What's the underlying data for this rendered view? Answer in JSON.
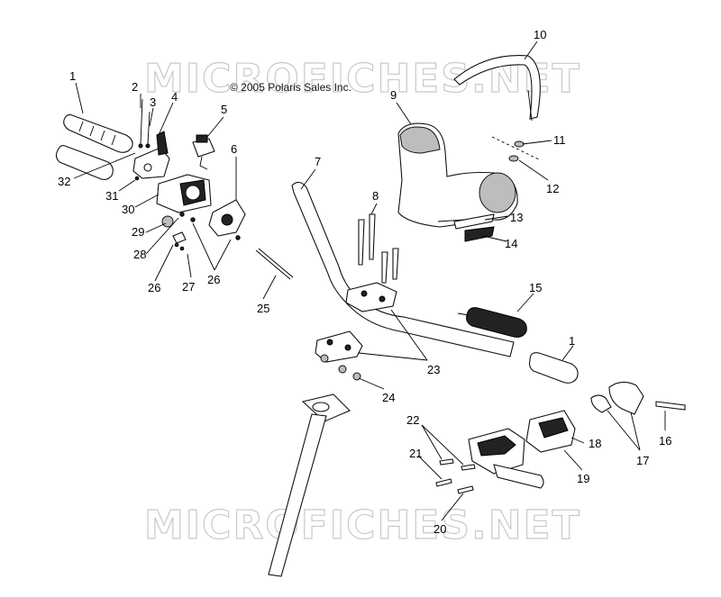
{
  "copyright": "© 2005 Polaris Sales Inc.",
  "watermark": "MICROFICHES.NET",
  "callouts": [
    {
      "id": "c1a",
      "label": "1"
    },
    {
      "id": "c1b",
      "label": "1"
    },
    {
      "id": "c2",
      "label": "2"
    },
    {
      "id": "c3",
      "label": "3"
    },
    {
      "id": "c4",
      "label": "4"
    },
    {
      "id": "c5",
      "label": "5"
    },
    {
      "id": "c6",
      "label": "6"
    },
    {
      "id": "c7",
      "label": "7"
    },
    {
      "id": "c8",
      "label": "8"
    },
    {
      "id": "c9",
      "label": "9"
    },
    {
      "id": "c10",
      "label": "10"
    },
    {
      "id": "c11",
      "label": "11"
    },
    {
      "id": "c12",
      "label": "12"
    },
    {
      "id": "c13",
      "label": "13"
    },
    {
      "id": "c14",
      "label": "14"
    },
    {
      "id": "c15",
      "label": "15"
    },
    {
      "id": "c16",
      "label": "16"
    },
    {
      "id": "c17",
      "label": "17"
    },
    {
      "id": "c18",
      "label": "18"
    },
    {
      "id": "c19",
      "label": "19"
    },
    {
      "id": "c20",
      "label": "20"
    },
    {
      "id": "c21",
      "label": "21"
    },
    {
      "id": "c22",
      "label": "22"
    },
    {
      "id": "c23",
      "label": "23"
    },
    {
      "id": "c24",
      "label": "24"
    },
    {
      "id": "c25",
      "label": "25"
    },
    {
      "id": "c26a",
      "label": "26"
    },
    {
      "id": "c26b",
      "label": "26"
    },
    {
      "id": "c27",
      "label": "27"
    },
    {
      "id": "c28",
      "label": "28"
    },
    {
      "id": "c29",
      "label": "29"
    },
    {
      "id": "c30",
      "label": "30"
    },
    {
      "id": "c31",
      "label": "31"
    },
    {
      "id": "c32",
      "label": "32"
    }
  ]
}
